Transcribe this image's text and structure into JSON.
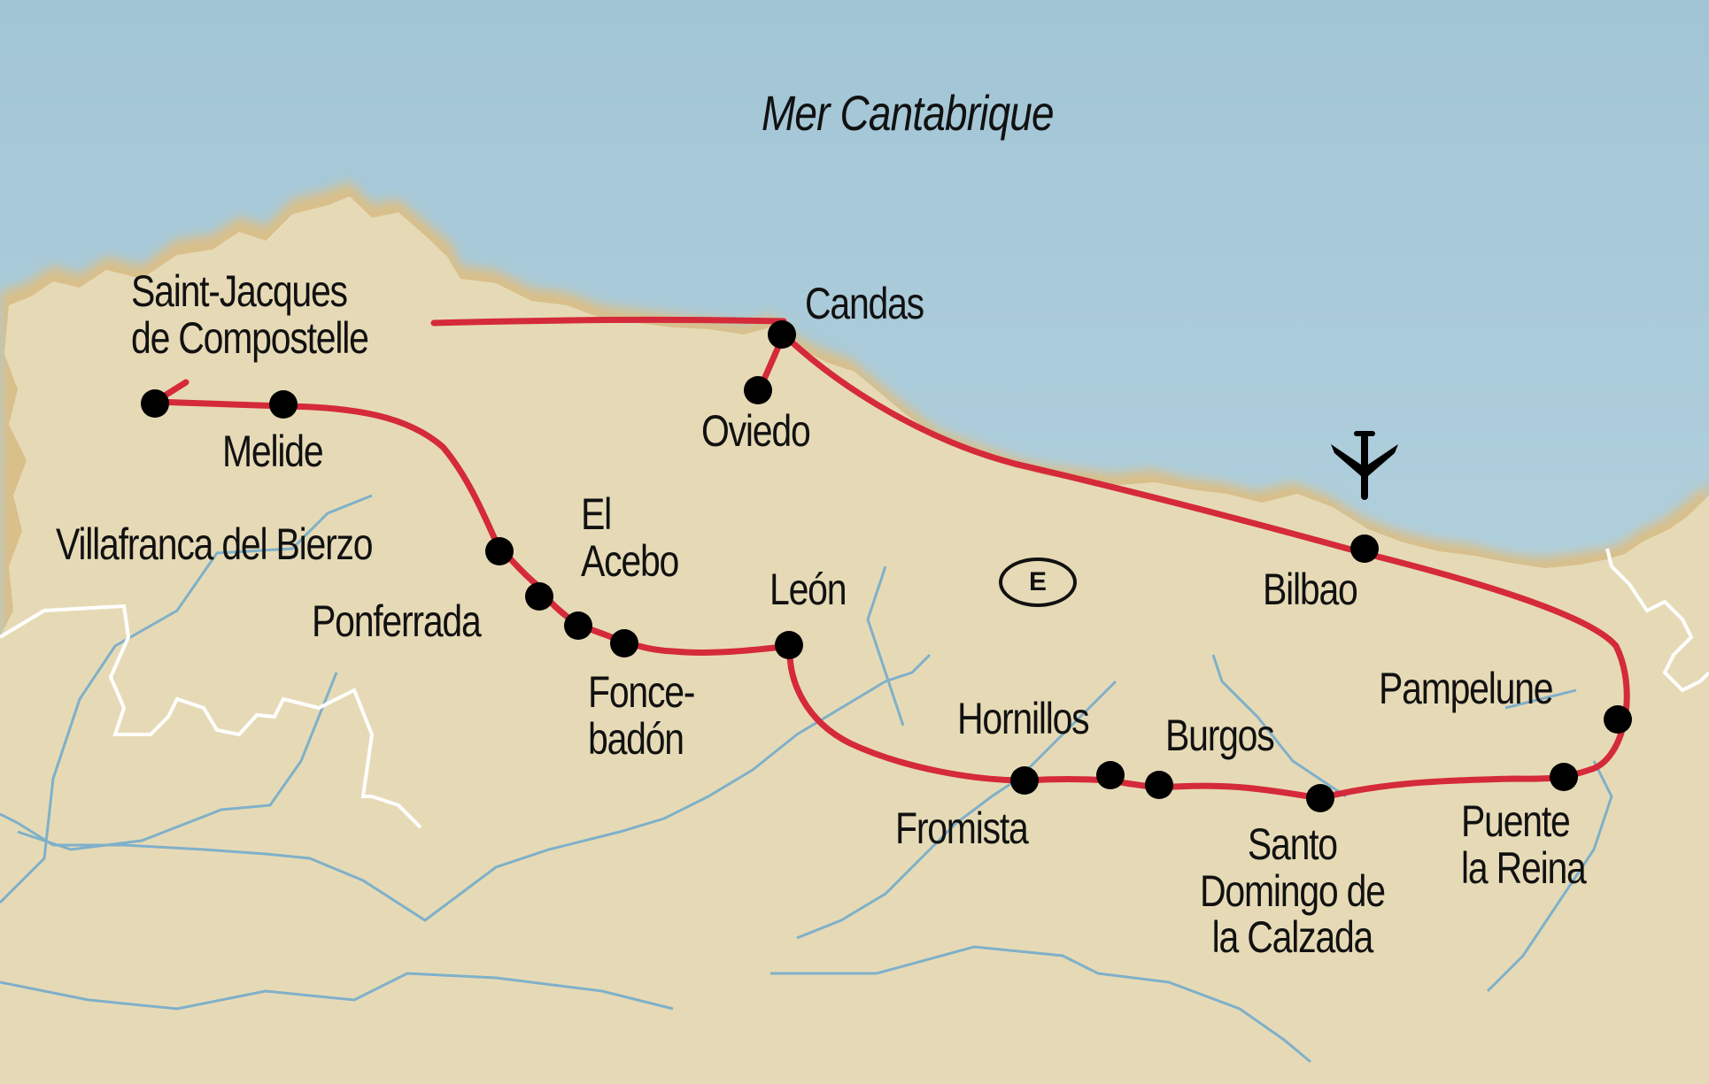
{
  "map": {
    "sea_label": "Mer Cantabrique",
    "country_code": "E",
    "colors": {
      "sea": "#a8c9d6",
      "land": "#e6dab6",
      "coast_shade": "#d9bf8a",
      "route": "#d42a3a",
      "river": "#7fb0c9",
      "border": "#ffffff",
      "stop": "#000000"
    },
    "icons": [
      "airplane-icon",
      "country-badge-e"
    ],
    "stops": [
      {
        "name": "Saint-Jacques de Compostelle",
        "label": "Saint-Jacques\nde Compostelle"
      },
      {
        "name": "Melide",
        "label": "Melide"
      },
      {
        "name": "Villafranca del Bierzo",
        "label": "Villafranca del Bierzo"
      },
      {
        "name": "Ponferrada",
        "label": "Ponferrada"
      },
      {
        "name": "El Acebo",
        "label": "El\nAcebo"
      },
      {
        "name": "Foncebadón",
        "label": "Fonce-\nbadón"
      },
      {
        "name": "León",
        "label": "León"
      },
      {
        "name": "Fromista",
        "label": "Fromista"
      },
      {
        "name": "Hornillos",
        "label": "Hornillos"
      },
      {
        "name": "Burgos",
        "label": "Burgos"
      },
      {
        "name": "Santo Domingo de la Calzada",
        "label": "Santo\nDomingo de\nla Calzada"
      },
      {
        "name": "Puente la Reina",
        "label": "Puente\nla Reina"
      },
      {
        "name": "Pampelune",
        "label": "Pampelune"
      },
      {
        "name": "Bilbao",
        "label": "Bilbao"
      },
      {
        "name": "Candas",
        "label": "Candas"
      },
      {
        "name": "Oviedo",
        "label": "Oviedo"
      }
    ]
  }
}
